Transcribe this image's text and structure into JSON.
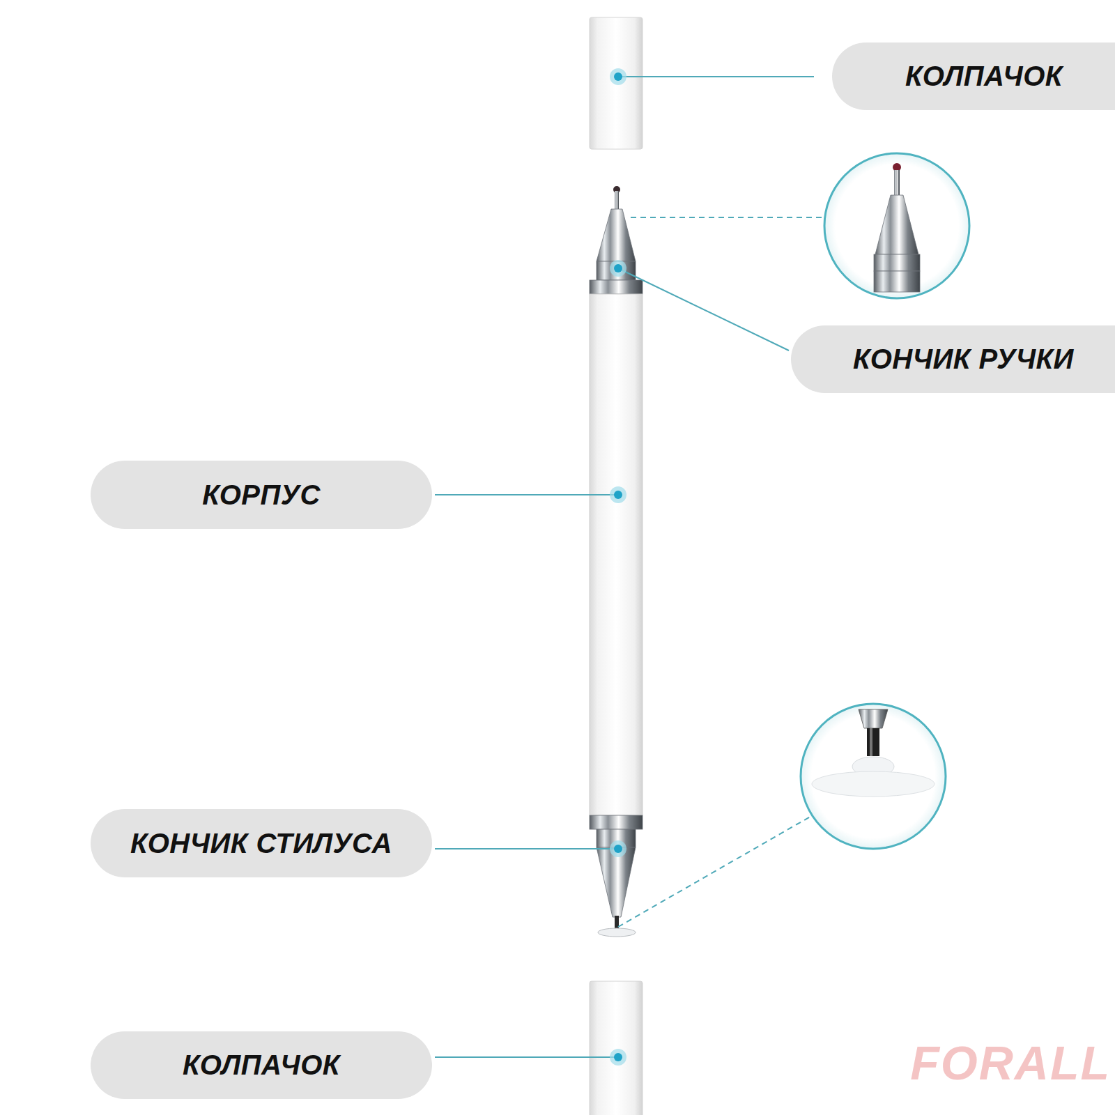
{
  "diagram": {
    "nodes": [
      {
        "text": [
          "КОЛПАЧОК"
        ]
      },
      {
        "text": [
          "КОНЧИК РУЧКИ"
        ]
      },
      {
        "text": [
          "КОРПУС"
        ]
      },
      {
        "text": [
          "КОНЧИК СТИЛУСА"
        ]
      },
      {
        "text": [
          "КОЛПАЧОК"
        ]
      }
    ],
    "edges": [],
    "labels": [
      "FORALL"
    ]
  }
}
